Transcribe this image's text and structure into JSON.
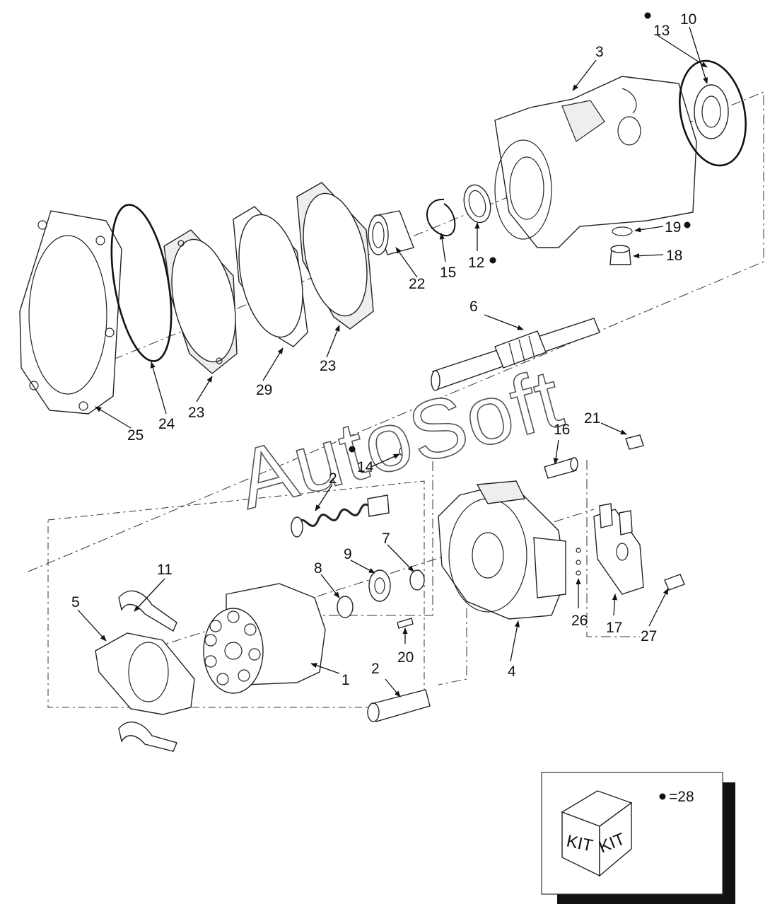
{
  "watermark": "AutoSoft",
  "callouts": {
    "c1": "1",
    "c2a": "2",
    "c2b": "2",
    "c3": "3",
    "c4": "4",
    "c5": "5",
    "c6": "6",
    "c7": "7",
    "c8": "8",
    "c9": "9",
    "c10": "10",
    "c11": "11",
    "c12": "12",
    "c13": "13",
    "c14": "14",
    "c15": "15",
    "c16": "16",
    "c17": "17",
    "c18": "18",
    "c19": "19",
    "c20": "20",
    "c21": "21",
    "c22": "22",
    "c23a": "23",
    "c23b": "23",
    "c24": "24",
    "c25": "25",
    "c26": "26",
    "c27": "27",
    "c29": "29"
  },
  "kit_legend": {
    "face_left": "KIT",
    "face_right": "KIT",
    "note": "=28"
  }
}
